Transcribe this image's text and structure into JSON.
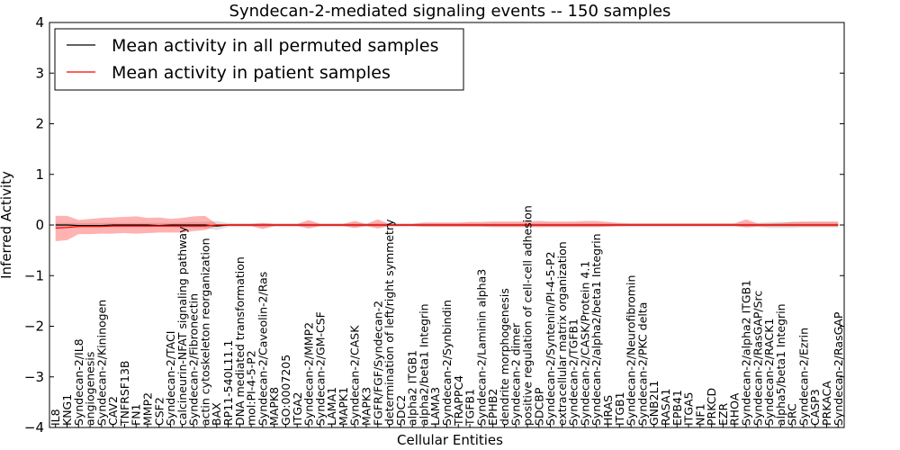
{
  "chart_data": {
    "type": "line",
    "title": "Syndecan-2-mediated signaling events -- 150 samples",
    "xlabel": "Cellular Entities",
    "ylabel": "Inferred Activity",
    "ylim": [
      -4,
      4
    ],
    "yticks": [
      "−4",
      "−3",
      "−2",
      "−1",
      "0",
      "1",
      "2",
      "3",
      "4"
    ],
    "grid": false,
    "legend_position": "top-left",
    "categories": [
      "IL8",
      "KNG1",
      "Syndecan-2/IL8",
      "angiogenesis",
      "Syndecan-2/Kininogen",
      "CAV2",
      "TNFRSF13B",
      "FN1",
      "MMP2",
      "CSF2",
      "Syndecan-2/TACI",
      "calcineurin-NFAT signaling pathway",
      "Syndecan-2/Fibronectin",
      "actin cytoskeleton reorganization",
      "BAX",
      "RP11-540L11.1",
      "DNA mediated transformation",
      "mol:PI-4-5-P2",
      "Syndecan-2/Caveolin-2/Ras",
      "MAPK8",
      "GO:0007205",
      "ITGA2",
      "Syndecan-2/MMP2",
      "Syndecan-2/GM-CSF",
      "LAMA1",
      "MAPK1",
      "Syndecan-2/CASK",
      "MAPK3",
      "FGFR/FGF/Syndecan-2",
      "determination of left/right symmetry",
      "SDC2",
      "alpha2 ITGB1",
      "alpha2/beta1 Integrin",
      "LAMA3",
      "Syndecan-2/Synbindin",
      "TRAPPC4",
      "TGFB1",
      "Syndecan-2/Laminin alpha3",
      "EPHB2",
      "dendrite morphogenesis",
      "Syndecan-2 dimer",
      "positive regulation of cell-cell adhesion",
      "SDCBP",
      "Syndecan-2/Syntenin/PI-4-5-P2",
      "extracellular matrix organization",
      "Syndecan-2/TGFB1",
      "Syndecan-2/CASK/Protein 4.1",
      "Syndecan-2/alpha2/beta1 Integrin",
      "HRAS",
      "ITGB1",
      "Syndecan-2/Neurofibromin",
      "Syndecan-2/PKC delta",
      "GNB2L1",
      "RASA1",
      "EPB41",
      "ITGA5",
      "NF1",
      "PRKCD",
      "EZR",
      "RHOA",
      "Syndecan-2/alpha2 ITGB1",
      "Syndecan-2/RasGAP/Src",
      "Syndecan-2/RACK1",
      "alpha5/beta1 Integrin",
      "SRC",
      "Syndecan-2/Ezrin",
      "CASP3",
      "PRKACA",
      "Syndecan-2/RasGAP"
    ],
    "series": [
      {
        "name": "Mean activity in all permuted samples",
        "color": "#000000",
        "values": [
          0,
          0,
          -0.01,
          -0.01,
          -0.01,
          0,
          0,
          0,
          0,
          -0.01,
          0,
          0,
          0,
          0,
          -0.02,
          0,
          0,
          0,
          0,
          0,
          0,
          0,
          0,
          0,
          0,
          0,
          0,
          0,
          0,
          0,
          0,
          0,
          0,
          0,
          0,
          0,
          0,
          0,
          0,
          0,
          0,
          0,
          0,
          0,
          0,
          0,
          0,
          0,
          0,
          0,
          0,
          0,
          0,
          0,
          0,
          0,
          0,
          0,
          0,
          0,
          0,
          0,
          0,
          0,
          0,
          0,
          0,
          0,
          0
        ],
        "band_lower": [
          -0.04,
          -0.04,
          -0.04,
          -0.04,
          -0.04,
          -0.04,
          -0.04,
          -0.04,
          -0.04,
          -0.04,
          -0.04,
          -0.05,
          -0.06,
          -0.06,
          -0.1,
          -0.04,
          -0.04,
          -0.04,
          -0.04,
          -0.04,
          -0.04,
          -0.04,
          -0.04,
          -0.04,
          -0.04,
          -0.04,
          -0.04,
          -0.04,
          -0.04,
          -0.04,
          -0.04,
          -0.04,
          -0.04,
          -0.04,
          -0.04,
          -0.04,
          -0.04,
          -0.04,
          -0.04,
          -0.04,
          -0.04,
          -0.04,
          -0.04,
          -0.04,
          -0.04,
          -0.04,
          -0.04,
          -0.04,
          -0.04,
          -0.04,
          -0.04,
          -0.04,
          -0.04,
          -0.04,
          -0.04,
          -0.04,
          -0.04,
          -0.04,
          -0.04,
          -0.04,
          -0.04,
          -0.04,
          -0.06,
          -0.06,
          -0.06,
          -0.05,
          -0.05,
          -0.05,
          -0.05
        ],
        "band_upper": [
          0.04,
          0.04,
          0.04,
          0.04,
          0.04,
          0.04,
          0.04,
          0.04,
          0.04,
          0.04,
          0.04,
          0.05,
          0.06,
          0.06,
          0.08,
          0.04,
          0.04,
          0.04,
          0.04,
          0.04,
          0.04,
          0.04,
          0.04,
          0.04,
          0.04,
          0.04,
          0.04,
          0.04,
          0.04,
          0.04,
          0.04,
          0.04,
          0.04,
          0.04,
          0.04,
          0.04,
          0.04,
          0.04,
          0.04,
          0.04,
          0.04,
          0.04,
          0.04,
          0.04,
          0.04,
          0.04,
          0.04,
          0.04,
          0.04,
          0.04,
          0.04,
          0.04,
          0.04,
          0.04,
          0.04,
          0.04,
          0.04,
          0.04,
          0.04,
          0.04,
          0.04,
          0.04,
          0.06,
          0.06,
          0.06,
          0.05,
          0.05,
          0.05,
          0.05
        ]
      },
      {
        "name": "Mean activity in patient samples",
        "color": "#ff0000",
        "values": [
          -0.06,
          -0.05,
          -0.03,
          -0.03,
          -0.03,
          -0.02,
          -0.02,
          -0.02,
          -0.02,
          -0.02,
          -0.02,
          -0.02,
          -0.02,
          -0.02,
          0,
          0,
          0,
          0,
          0,
          0,
          0,
          0,
          0,
          0,
          0,
          0,
          0,
          0,
          0,
          0,
          0,
          0,
          0,
          0,
          0,
          0,
          0,
          0,
          0,
          0,
          0,
          0,
          0,
          0,
          0,
          0,
          0,
          0,
          0,
          0,
          0,
          0,
          0,
          0,
          0,
          0,
          0,
          0,
          0,
          0,
          0,
          0,
          0,
          0,
          0,
          0,
          0,
          0,
          0
        ],
        "band_lower": [
          -0.32,
          -0.3,
          -0.18,
          -0.18,
          -0.17,
          -0.17,
          -0.16,
          -0.17,
          -0.16,
          -0.15,
          -0.15,
          -0.15,
          -0.12,
          -0.1,
          -0.02,
          -0.02,
          -0.02,
          -0.02,
          -0.08,
          -0.02,
          -0.02,
          -0.02,
          -0.07,
          -0.02,
          -0.02,
          -0.02,
          -0.06,
          -0.02,
          -0.07,
          -0.02,
          -0.02,
          -0.02,
          -0.03,
          -0.03,
          -0.03,
          -0.03,
          -0.03,
          -0.03,
          -0.04,
          -0.04,
          -0.04,
          -0.04,
          -0.04,
          -0.04,
          -0.04,
          -0.04,
          -0.04,
          -0.04,
          -0.03,
          -0.02,
          -0.02,
          -0.02,
          -0.02,
          -0.02,
          -0.02,
          -0.02,
          -0.02,
          -0.02,
          -0.02,
          -0.02,
          -0.05,
          -0.03,
          -0.03,
          -0.03,
          -0.03,
          -0.03,
          -0.03,
          -0.03,
          -0.03
        ],
        "band_upper": [
          0.18,
          0.18,
          0.1,
          0.12,
          0.14,
          0.15,
          0.16,
          0.17,
          0.14,
          0.15,
          0.12,
          0.14,
          0.17,
          0.18,
          0.02,
          0.02,
          0.02,
          0.02,
          0.04,
          0.02,
          0.02,
          0.02,
          0.1,
          0.02,
          0.02,
          0.02,
          0.08,
          0.02,
          0.11,
          0.02,
          0.02,
          0.02,
          0.05,
          0.05,
          0.05,
          0.05,
          0.06,
          0.06,
          0.07,
          0.07,
          0.07,
          0.07,
          0.08,
          0.07,
          0.07,
          0.07,
          0.08,
          0.08,
          0.06,
          0.04,
          0.03,
          0.03,
          0.03,
          0.03,
          0.03,
          0.03,
          0.03,
          0.03,
          0.03,
          0.03,
          0.11,
          0.03,
          0.03,
          0.04,
          0.06,
          0.07,
          0.07,
          0.07,
          0.07
        ]
      }
    ]
  }
}
